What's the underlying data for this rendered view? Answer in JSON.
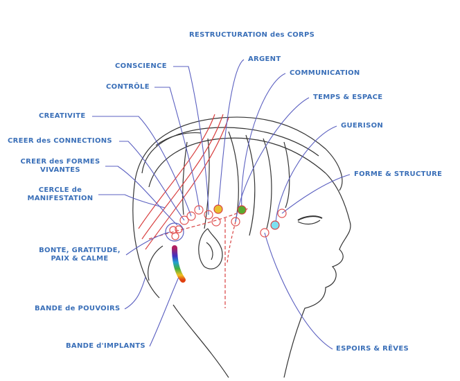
{
  "title": "RESTRUCTURATION des CORPS",
  "labels": {
    "argent": "ARGENT",
    "communication": "COMMUNICATION",
    "temps": "TEMPS & ESPACE",
    "guerison": "GUERISON",
    "forme": "FORME & STRUCTURE",
    "espoirs": "ESPOIRS & RÊVES",
    "conscience": "CONSCIENCE",
    "controle": "CONTRÔLE",
    "creativite": "CREATIVITE",
    "connections": "CREER des CONNECTIONS",
    "formes1": "CREER des FORMES",
    "formes2": "VIVANTES",
    "cercle1": "CERCLE de",
    "cercle2": "MANIFESTATION",
    "bonte1": "BONTE, GRATITUDE,",
    "bonte2": "PAIX & CALME",
    "pouvoirs": "BANDE de POUVOIRS",
    "implants": "BANDE d'IMPLANTS"
  },
  "colors": {
    "label": "#3a6fb8",
    "connector": "#5a5fc0",
    "point": "#e05050",
    "argent": "#e8c030",
    "communication": "#5aaa30",
    "guerison": "#7fe0f0"
  }
}
